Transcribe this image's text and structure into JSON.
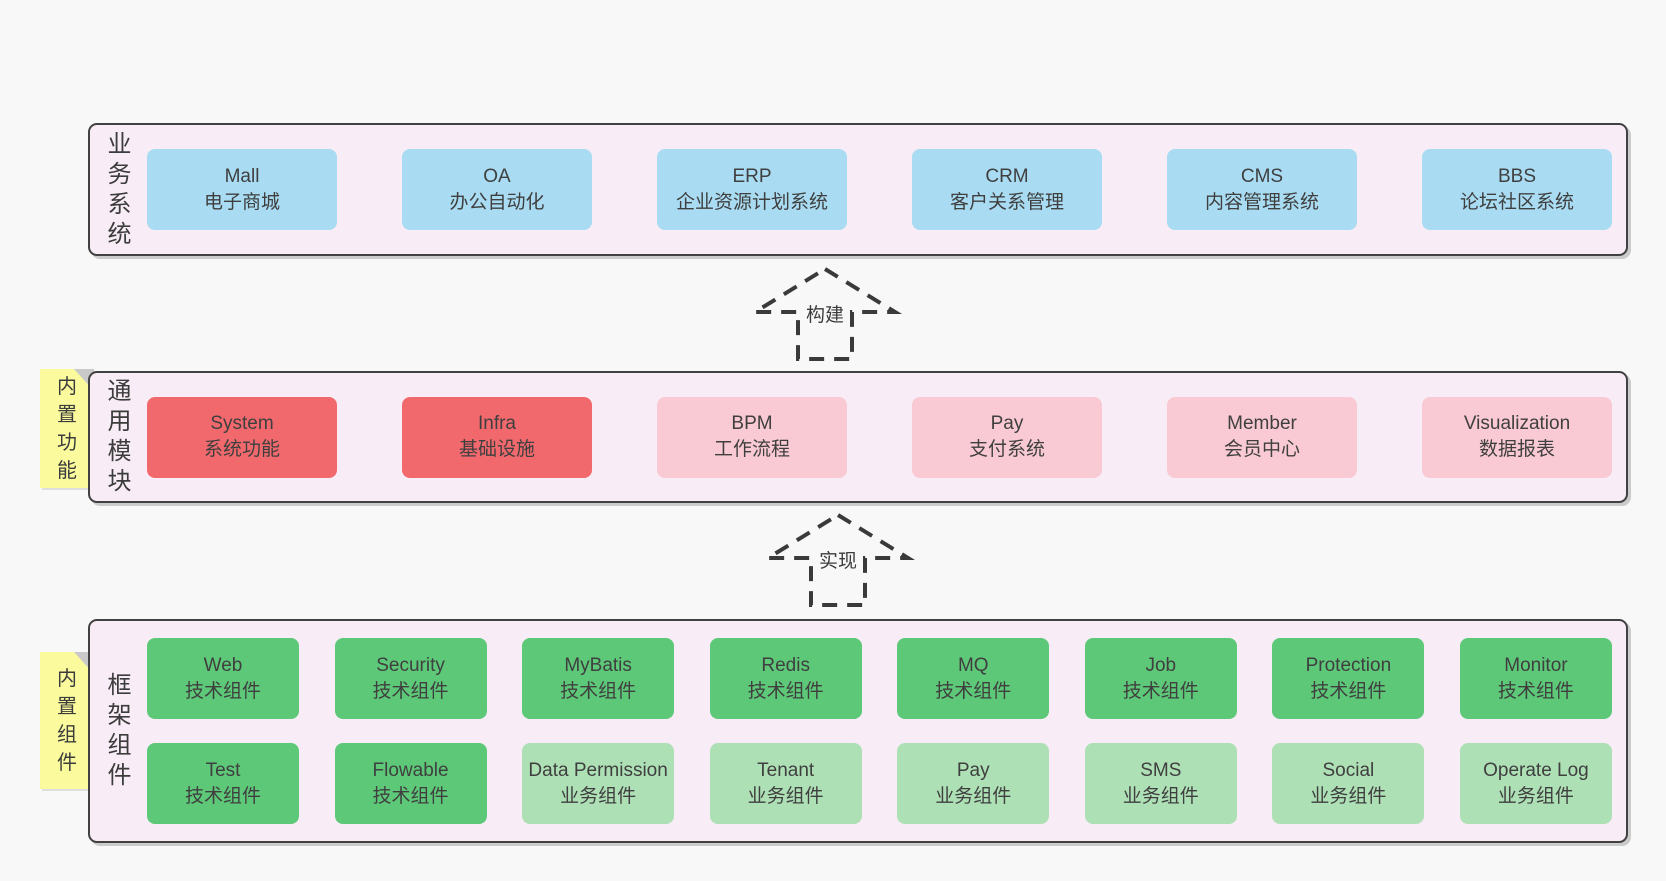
{
  "colors": {
    "page_bg": "#F8F8F8",
    "panel_bg": "#F8EDF6",
    "panel_border": "#414141",
    "box_blue": "#A9DCF2",
    "box_red": "#F2696D",
    "box_pink": "#F9CAD3",
    "box_green": "#5DC878",
    "box_lightgreen": "#AEE0B6",
    "note_bg": "#FBFB9E",
    "note_fold": "#C9C9C9",
    "text": "#3C3C3C",
    "arrow_stroke": "#3A3A3A"
  },
  "arrows": [
    {
      "key": "build",
      "label": "构建"
    },
    {
      "key": "implement",
      "label": "实现"
    }
  ],
  "notes": [
    {
      "key": "builtin-features",
      "text": "内置功能"
    },
    {
      "key": "builtin-components",
      "text": "内置组件"
    }
  ],
  "layers": [
    {
      "key": "business-systems",
      "label": "业务系统",
      "cols": 6,
      "rows": [
        [
          {
            "name": "Mall",
            "desc": "电子商城",
            "variant": "blue"
          },
          {
            "name": "OA",
            "desc": "办公自动化",
            "variant": "blue"
          },
          {
            "name": "ERP",
            "desc": "企业资源计划系统",
            "variant": "blue"
          },
          {
            "name": "CRM",
            "desc": "客户关系管理",
            "variant": "blue"
          },
          {
            "name": "CMS",
            "desc": "内容管理系统",
            "variant": "blue"
          },
          {
            "name": "BBS",
            "desc": "论坛社区系统",
            "variant": "blue"
          }
        ]
      ]
    },
    {
      "key": "common-modules",
      "label": "通用模块",
      "cols": 6,
      "rows": [
        [
          {
            "name": "System",
            "desc": "系统功能",
            "variant": "red"
          },
          {
            "name": "Infra",
            "desc": "基础设施",
            "variant": "red"
          },
          {
            "name": "BPM",
            "desc": "工作流程",
            "variant": "pink"
          },
          {
            "name": "Pay",
            "desc": "支付系统",
            "variant": "pink"
          },
          {
            "name": "Member",
            "desc": "会员中心",
            "variant": "pink"
          },
          {
            "name": "Visualization",
            "desc": "数据报表",
            "variant": "pink"
          }
        ]
      ]
    },
    {
      "key": "framework-components",
      "label": "框架组件",
      "cols": 8,
      "rows": [
        [
          {
            "name": "Web",
            "desc": "技术组件",
            "variant": "green"
          },
          {
            "name": "Security",
            "desc": "技术组件",
            "variant": "green"
          },
          {
            "name": "MyBatis",
            "desc": "技术组件",
            "variant": "green"
          },
          {
            "name": "Redis",
            "desc": "技术组件",
            "variant": "green"
          },
          {
            "name": "MQ",
            "desc": "技术组件",
            "variant": "green"
          },
          {
            "name": "Job",
            "desc": "技术组件",
            "variant": "green"
          },
          {
            "name": "Protection",
            "desc": "技术组件",
            "variant": "green"
          },
          {
            "name": "Monitor",
            "desc": "技术组件",
            "variant": "green"
          }
        ],
        [
          {
            "name": "Test",
            "desc": "技术组件",
            "variant": "green"
          },
          {
            "name": "Flowable",
            "desc": "技术组件",
            "variant": "green"
          },
          {
            "name": "Data Permission",
            "desc": "业务组件",
            "variant": "lightgreen"
          },
          {
            "name": "Tenant",
            "desc": "业务组件",
            "variant": "lightgreen"
          },
          {
            "name": "Pay",
            "desc": "业务组件",
            "variant": "lightgreen"
          },
          {
            "name": "SMS",
            "desc": "业务组件",
            "variant": "lightgreen"
          },
          {
            "name": "Social",
            "desc": "业务组件",
            "variant": "lightgreen"
          },
          {
            "name": "Operate Log",
            "desc": "业务组件",
            "variant": "lightgreen"
          }
        ]
      ]
    }
  ]
}
